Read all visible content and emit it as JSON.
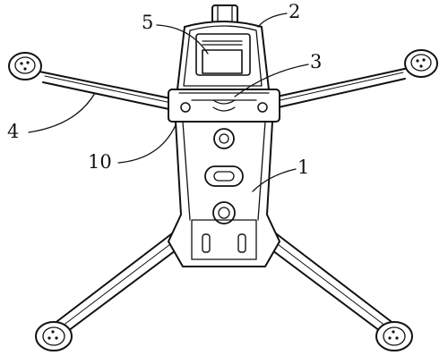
{
  "callouts": [
    {
      "id": "body",
      "label": "1"
    },
    {
      "id": "gimbal-cover",
      "label": "2"
    },
    {
      "id": "front-part",
      "label": "3"
    },
    {
      "id": "arm",
      "label": "4"
    },
    {
      "id": "camera",
      "label": "5"
    },
    {
      "id": "arm-hinge",
      "label": "10"
    }
  ]
}
